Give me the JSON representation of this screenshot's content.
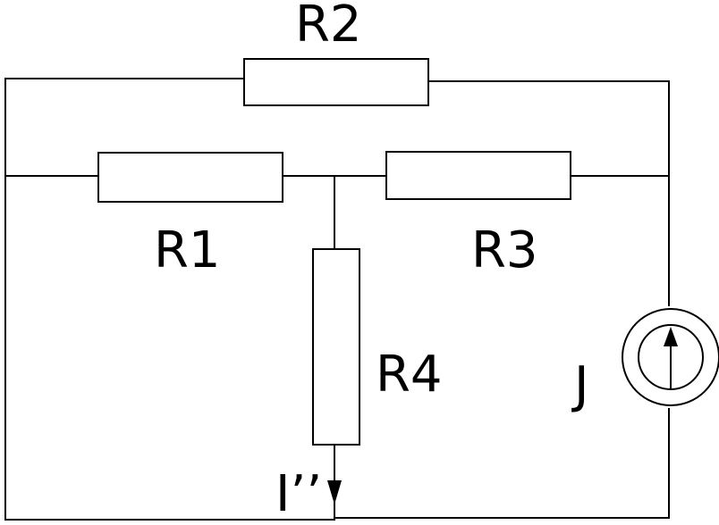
{
  "labels": {
    "r1": "R1",
    "r2": "R2",
    "r3": "R3",
    "r4": "R4",
    "source": "J",
    "current": "I’’"
  },
  "colors": {
    "line": "#000000",
    "background": "#ffffff"
  }
}
